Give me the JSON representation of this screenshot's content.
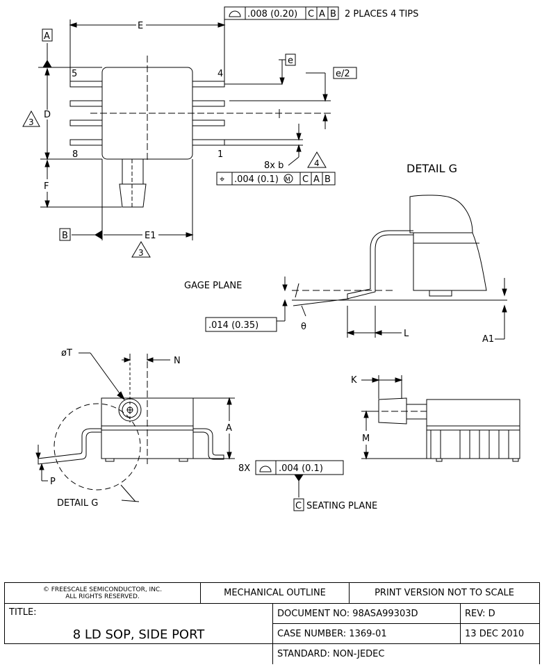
{
  "drawing": {
    "fcf_top": {
      "value": ".008 (0.20)",
      "datums": [
        "C",
        "A",
        "B"
      ],
      "note": "2 PLACES 4 TIPS"
    },
    "fcf_position": {
      "symbol": "⌖",
      "value": ".004 (0.1)",
      "modifier": "M",
      "datums": [
        "C",
        "A",
        "B"
      ]
    },
    "fcf_seating": {
      "prefix": "8X",
      "value": ".004 (0.1)"
    },
    "datum_a": "A",
    "datum_b": "B",
    "datum_c": "C",
    "seating_plane": "SEATING PLANE",
    "dim_e": "E",
    "dim_e1": "E1",
    "dim_d": "D",
    "dim_f": "F",
    "dim_e_box": "e",
    "dim_e_half": "e/2",
    "dim_b": "8x  b",
    "note_3": "3",
    "note_4": "4",
    "pin_5": "5",
    "pin_4": "4",
    "pin_8": "8",
    "pin_1": "1",
    "detail_g_title": "DETAIL G",
    "detail_g_label": "DETAIL G",
    "gage_plane": "GAGE PLANE",
    "gage_value": ".014 (0.35)",
    "theta": "θ",
    "dim_l": "L",
    "dim_a1": "A1",
    "dim_t": "øT",
    "dim_n": "N",
    "dim_a": "A",
    "dim_p": "P",
    "dim_k": "K",
    "dim_m": "M"
  },
  "title_block": {
    "copyright_line1": "© FREESCALE SEMICONDUCTOR,  INC.",
    "copyright_line2": "ALL RIGHTS RESERVED.",
    "mechanical_outline": "MECHANICAL OUTLINE",
    "print_version": "PRINT VERSION NOT TO SCALE",
    "title_label": "TITLE:",
    "title": "8 LD SOP, SIDE PORT",
    "document_number": "DOCUMENT NO: 98ASA99303D",
    "rev": "REV: D",
    "case_number": "CASE NUMBER: 1369-01",
    "date": "13 DEC 2010",
    "standard": "STANDARD: NON-JEDEC"
  }
}
